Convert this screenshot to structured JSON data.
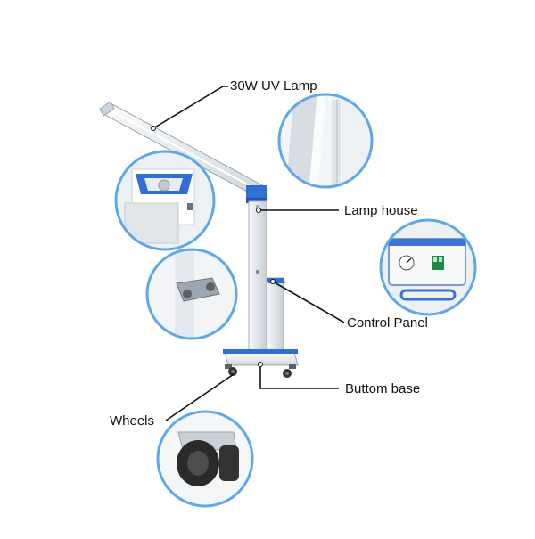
{
  "labels": {
    "uv_lamp": "30W UV Lamp",
    "lamp_house": "Lamp house",
    "control_panel": "Control Panel",
    "bottom_base": "Buttom base",
    "wheels": "Wheels"
  },
  "colors": {
    "accent_blue": "#2f6fd6",
    "circle_border": "#5fa8e8",
    "leader_line": "#111111",
    "metal": "#e9eef3"
  }
}
